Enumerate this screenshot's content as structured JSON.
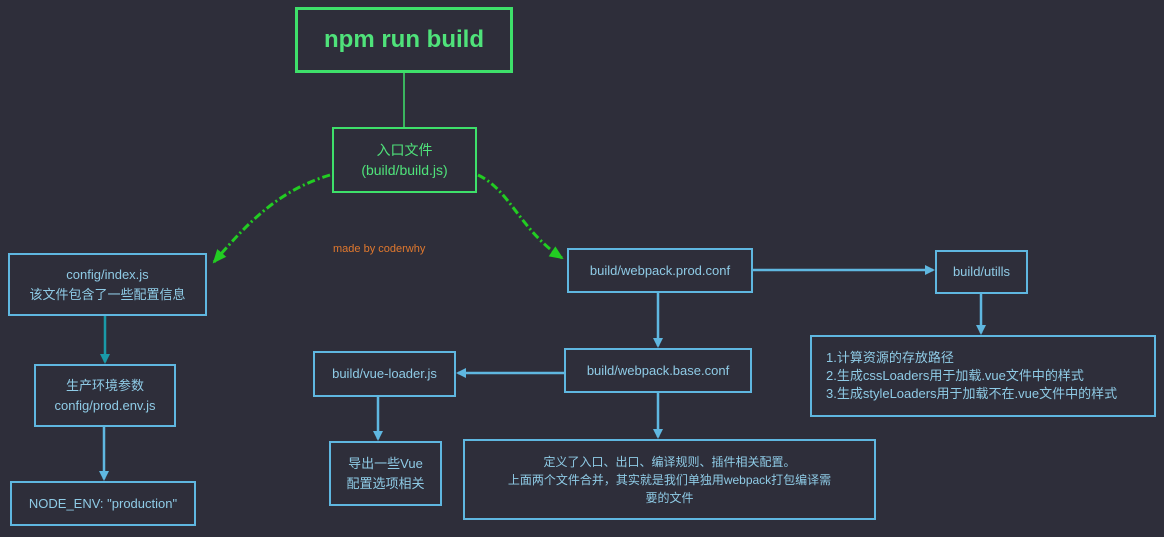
{
  "diagram": {
    "title_node": {
      "label": "npm run build"
    },
    "entry_node": {
      "line1": "入口文件",
      "line2": "(build/build.js)"
    },
    "config_index_node": {
      "line1": "config/index.js",
      "line2": "该文件包含了一些配置信息"
    },
    "prod_env_node": {
      "line1": "生产环境参数",
      "line2": "config/prod.env.js"
    },
    "node_env_node": {
      "label": "NODE_ENV: \"production\""
    },
    "webpack_prod_node": {
      "label": "build/webpack.prod.conf"
    },
    "utils_node": {
      "label": "build/utills"
    },
    "utils_desc_node": {
      "lines": [
        "1.计算资源的存放路径",
        "2.生成cssLoaders用于加载.vue文件中的样式",
        "3.生成styleLoaders用于加载不在.vue文件中的样式"
      ]
    },
    "webpack_base_node": {
      "label": "build/webpack.base.conf"
    },
    "vue_loader_node": {
      "label": "build/vue-loader.js"
    },
    "vue_export_node": {
      "line1": "导出一些Vue",
      "line2": "配置选项相关"
    },
    "base_desc_node": {
      "line1": "定义了入口、出口、编译规则、插件相关配置。",
      "line2": "上面两个文件合并，其实就是我们单独用webpack打包编译需",
      "line3": "要的文件"
    },
    "watermark": "made by coderwhy",
    "colors": {
      "background": "#2e2e3a",
      "primary_green": "#3ee06a",
      "dashed_arrow_green": "#22cc22",
      "box_blue": "#5fb7e0",
      "text_blue": "#8fcbe6",
      "teal_arrow": "#1a9aa8",
      "watermark_orange": "#e0782e"
    },
    "edges": [
      {
        "from": "npm run build",
        "to": "入口文件",
        "style": "solid-green"
      },
      {
        "from": "入口文件",
        "to": "config/index.js",
        "style": "dashed-green"
      },
      {
        "from": "入口文件",
        "to": "build/webpack.prod.conf",
        "style": "dashed-green"
      },
      {
        "from": "config/index.js",
        "to": "生产环境参数",
        "style": "teal"
      },
      {
        "from": "生产环境参数",
        "to": "NODE_ENV",
        "style": "blue"
      },
      {
        "from": "build/webpack.prod.conf",
        "to": "build/utills",
        "style": "blue"
      },
      {
        "from": "build/utills",
        "to": "utils description",
        "style": "blue"
      },
      {
        "from": "build/webpack.prod.conf",
        "to": "build/webpack.base.conf",
        "style": "blue"
      },
      {
        "from": "build/webpack.base.conf",
        "to": "build/vue-loader.js",
        "style": "blue"
      },
      {
        "from": "build/vue-loader.js",
        "to": "Vue options",
        "style": "blue"
      },
      {
        "from": "build/webpack.base.conf",
        "to": "base description",
        "style": "blue"
      }
    ]
  }
}
